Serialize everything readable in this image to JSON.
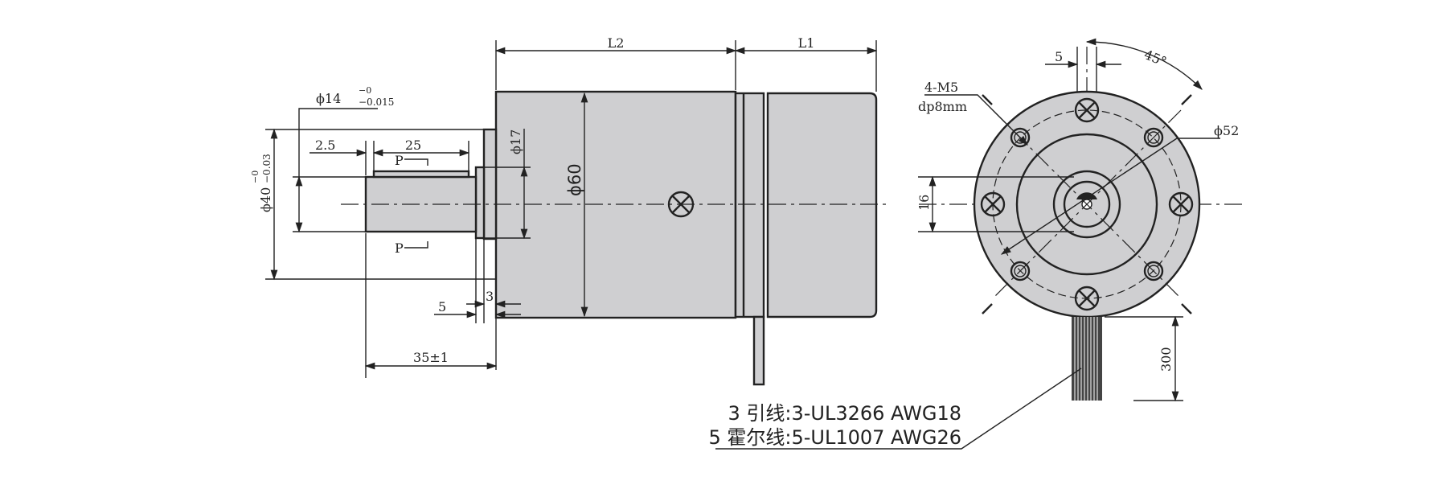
{
  "dimensions": {
    "L2": "L2",
    "L1": "L1",
    "shaft_dia_main": "ϕ14",
    "shaft_dia_sup": "−0",
    "shaft_dia_sub": "−0.015",
    "flange_dia_main": "ϕ40",
    "flange_dia_sup": "−0",
    "flange_dia_sub": "−0.03",
    "d_2_5": "2.5",
    "d_25": "25",
    "key_p_top": "P",
    "key_p_bottom": "P",
    "d_phi17": "ϕ17",
    "d_phi60": "ϕ60",
    "d_5_left": "5",
    "d_3": "3",
    "d_35": "35±1",
    "d_5_top": "5",
    "d_45deg": "45°",
    "d_4m5": "4-M5",
    "d_dp8": "dp8mm",
    "d_phi52": "ϕ52",
    "d_16": "16",
    "d_300": "300"
  },
  "notes": {
    "lead_line_1": "3 引线:3-UL3266 AWG18",
    "lead_line_2": "5 霍尔线:5-UL1007 AWG26"
  },
  "colors": {
    "body_fill": "#cfcfd1",
    "line": "#222222"
  }
}
